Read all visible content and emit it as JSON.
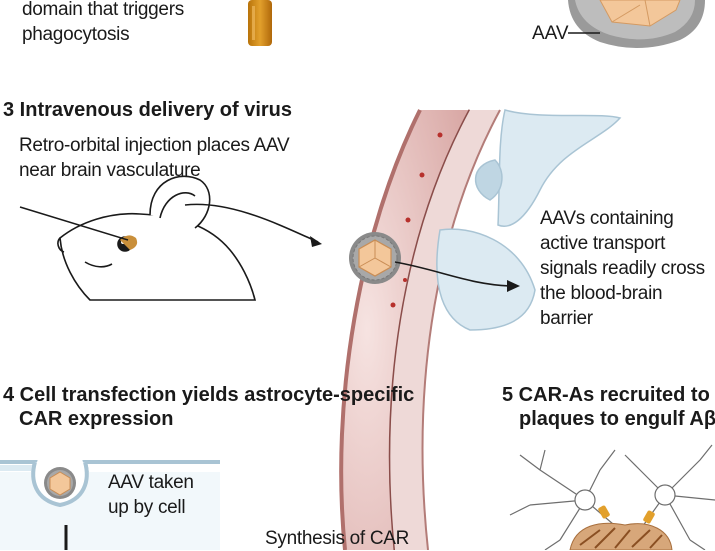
{
  "top": {
    "left_caption_line1": "domain that triggers",
    "left_caption_line2": "phagocytosis",
    "aav_label": "AAV"
  },
  "section3": {
    "heading": "3 Intravenous delivery of virus",
    "caption_line1": "Retro-orbital injection places AAV",
    "caption_line2": "near brain vasculature",
    "right_caption": [
      "AAVs containing",
      "active transport",
      "signals readily cross",
      "the blood-brain",
      "barrier"
    ]
  },
  "section4": {
    "heading_line1": "4 Cell transfection yields astrocyte-specific",
    "heading_line2": "CAR expression",
    "uptake_label_line1": "AAV taken",
    "uptake_label_line2": "up by cell",
    "synthesis_label": "Synthesis of CAR"
  },
  "section5": {
    "heading_line1": "5 CAR-As recruited to",
    "heading_line2": "plaques to engulf Aβ"
  },
  "colors": {
    "vessel_wall": "#e9c7c4",
    "vessel_inner": "#c98f8c",
    "capsid": "#f3c79a",
    "coat": "#8a8a8a",
    "membrane": "#a9c4d4",
    "plaque": "#d7a77a"
  }
}
